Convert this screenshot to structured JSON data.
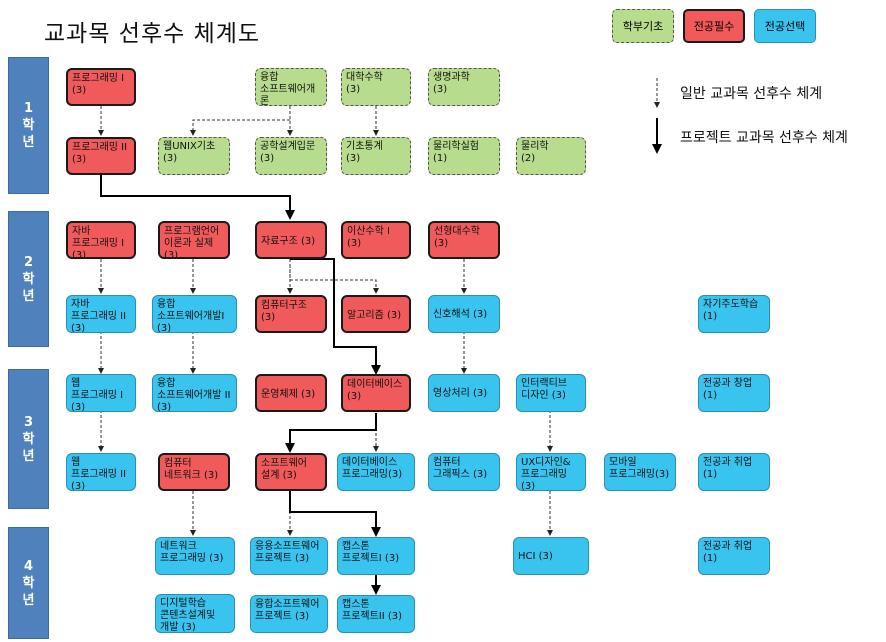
{
  "title": "교과목 선후수 체계도",
  "legend": {
    "basic": "학부기초",
    "required": "전공필수",
    "elective": "전공선택",
    "general": "일반 교과목 선후수 체계",
    "project": "프로젝트 교과목 선후수 체계"
  },
  "years": [
    {
      "num": "1",
      "a": "학",
      "b": "년"
    },
    {
      "num": "2",
      "a": "학",
      "b": "년"
    },
    {
      "num": "3",
      "a": "학",
      "b": "년"
    },
    {
      "num": "4",
      "a": "학",
      "b": "년"
    }
  ],
  "courses": {
    "prog1": "프로그래밍 I\n(3)",
    "fusion_sw_intro": "융합\n소프트웨어개론\n(3)",
    "college_math": "대학수학\n(3)",
    "life_science": "생명과학\n(3)",
    "prog2": "프로그래밍 II\n(3)",
    "web_unix": "웹UNIX기초\n(3)",
    "eng_design_intro": "공학설계입문\n(3)",
    "basic_stats": "기초통계\n(3)",
    "physics_lab": "물리학실험\n(1)",
    "physics": "물리학\n(2)",
    "java1": "자바\n프로그래밍 I\n(3)",
    "plt": "프로그램언어\n이론과 실제\n(3)",
    "data_struct": "자료구조 (3)",
    "discrete_math": "이산수학 I\n(3)",
    "linear_algebra": "선형대수학\n(3)",
    "java2": "자바\n프로그래밍 II\n(3)",
    "fusion_swdev1": "융합\n소프트웨어개발I (3)",
    "comp_arch": "컴퓨터구조\n(3)",
    "algorithm": "알고리즘 (3)",
    "signal_proc": "신호해석 (3)",
    "self_study": "자기주도학습\n(1)",
    "web_prog1": "웹\n프로그래밍 I\n(3)",
    "fusion_swdev2": "융합\n소프트웨어개발 II\n(3)",
    "os": "운영체제 (3)",
    "database": "데이터베이스\n(3)",
    "image_proc": "영상처리 (3)",
    "interactive_design": "인터랙티브\n디자인 (3)",
    "major_startup": "전공과 창업\n(1)",
    "web_prog2": "웹\n프로그래밍 II\n(3)",
    "comp_network": "컴퓨터\n네트워크 (3)",
    "sw_design": "소프트웨어\n설계 (3)",
    "db_prog": "데이터베이스\n프로그래밍(3)",
    "graphics": "컴퓨터\n그래픽스 (3)",
    "ux_design": "UX디자인&\n프로그래밍(3)",
    "mobile_prog": "모바일\n프로그래밍(3)",
    "major_employment3": "전공과 취업\n(1)",
    "network_prog": "네트워크\n프로그래밍 (3)",
    "app_sw_project": "응용소프트웨어\n프로젝트 (3)",
    "capstone1": "캡스톤\n프로젝트I (3)",
    "hci": "HCI (3)",
    "major_employment4": "전공과 취업\n(1)",
    "digital_learning": "디지털학습\n콘텐츠설계및\n개발 (3)",
    "fusion_sw_project": "융합소프트웨어\n프로젝트 (3)",
    "capstone2": "캡스톤\n프로젝트II (3)"
  }
}
